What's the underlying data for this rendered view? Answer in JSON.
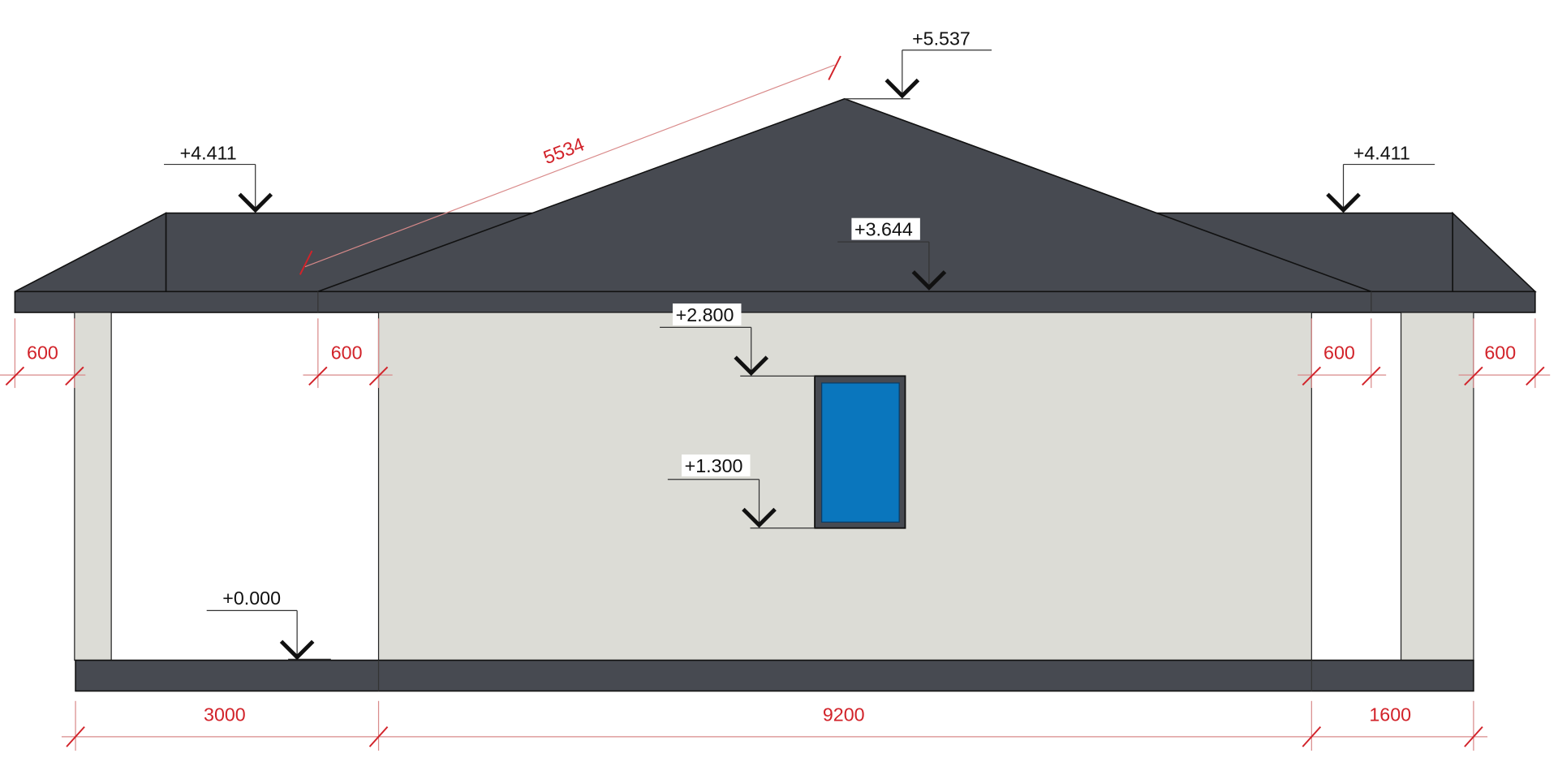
{
  "drawing": {
    "colors": {
      "roof": "#474a51",
      "wall": "#dcdcd6",
      "window": "#0a76bd",
      "dimension": "#d2232a"
    },
    "levels": {
      "ridge": "+5.537",
      "hip_left": "+4.411",
      "hip_right": "+4.411",
      "eave": "+3.644",
      "window_top": "+2.800",
      "window_sill": "+1.300",
      "ground": "+0.000"
    },
    "dimensions": {
      "roof_slope": "5534",
      "overhang_left_outer": "600",
      "overhang_left_inner": "600",
      "overhang_right_inner": "600",
      "overhang_right_outer": "600",
      "bay_left": "3000",
      "bay_main": "9200",
      "bay_right": "1600"
    }
  }
}
